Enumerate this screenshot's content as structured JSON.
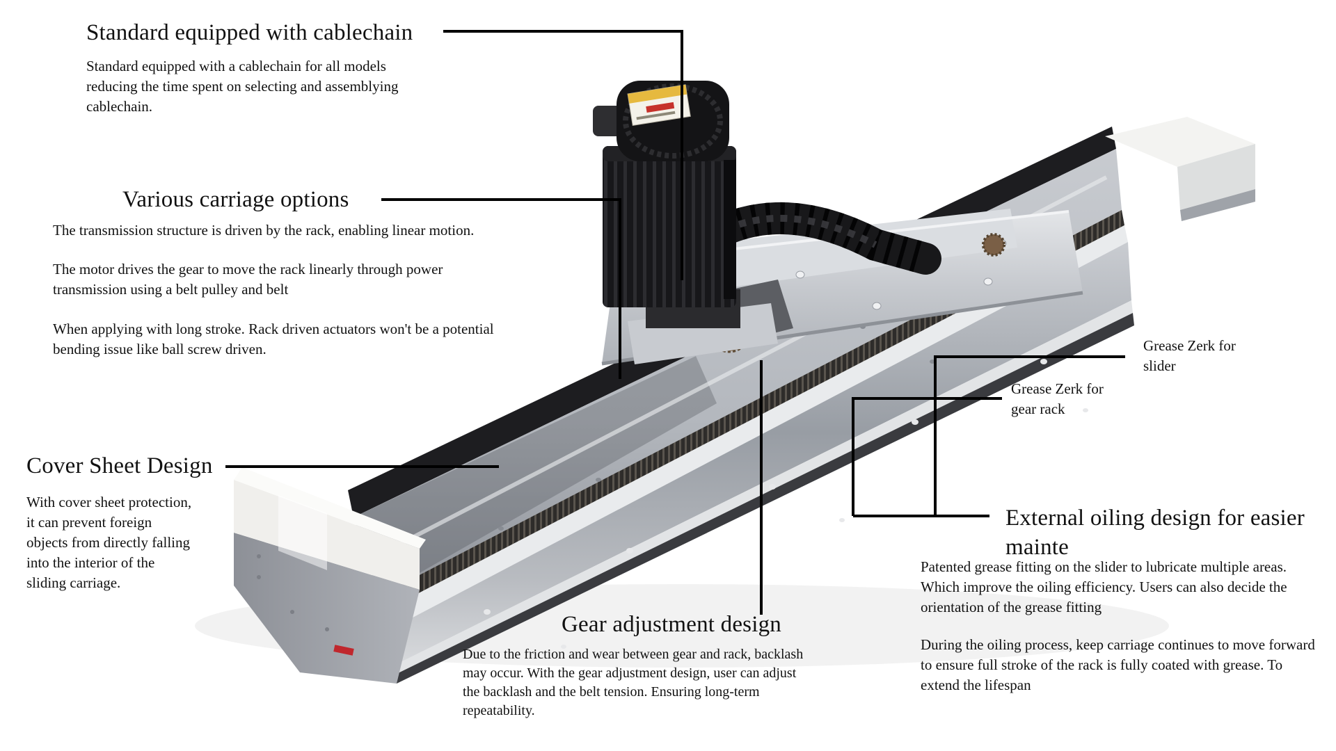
{
  "annotations": {
    "cablechain": {
      "title": "Standard equipped with cablechain",
      "body": "Standard equipped with a cablechain for all models reducing the time spent on selecting and assemblying cablechain."
    },
    "carriage": {
      "title": "Various carriage options",
      "p1": "The transmission structure is driven by the rack, enabling linear motion.",
      "p2": "The motor drives the gear to move the rack linearly through power transmission using a belt pulley and belt",
      "p3": "When applying with long stroke. Rack driven actuators won't be a potential bending issue like ball screw driven."
    },
    "cover_sheet": {
      "title": "Cover Sheet Design",
      "body": "With cover sheet protection, it can prevent foreign objects from directly falling into the interior of the sliding carriage."
    },
    "zerk_slider": {
      "label": "Grease Zerk for slider"
    },
    "zerk_gear_rack": {
      "label": "Grease Zerk for gear rack"
    },
    "oiling": {
      "title": "External oiling design for easier mainte",
      "p1": "Patented grease fitting on the slider to lubricate multiple areas. Which improve the oiling efficiency. Users can also decide the orientation of the grease fitting",
      "p2": "During the oiling process, keep carriage continues to move forward to ensure full stroke of the rack is fully coated with grease. To extend the lifespan"
    },
    "gear_adjustment": {
      "title": "Gear adjustment design",
      "body": "Due to the friction and wear between gear and rack, backlash may occur. With the gear adjustment design, user can adjust the backlash and the belt tension. Ensuring long-term repeatability."
    }
  },
  "illustration": {
    "subject": "rack-driven linear actuator with motor, cablechain, cover sheet and gear rack",
    "parts": [
      "rail-body",
      "cover-sheet-strip",
      "gear-rack",
      "carriage-plate",
      "servo-motor",
      "cablechain",
      "pinion-gear",
      "end-cap-left",
      "end-cap-right",
      "brand-logo-mark"
    ],
    "colors": {
      "callout_line": "#000000",
      "text": "#111111",
      "motor_black": "#161618",
      "label_yellow": "#e6b93f",
      "label_red": "#c6322b",
      "gear_brown": "#8a6e50",
      "rail_light": "#d6d8db",
      "rail_mid": "#a3a7ad",
      "rail_dark": "#1d1d20",
      "logo_red": "#c0272d"
    }
  }
}
